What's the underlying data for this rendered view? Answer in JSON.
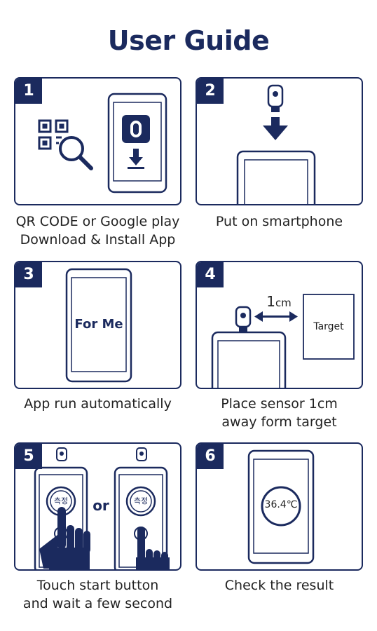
{
  "title": "User Guide",
  "colors": {
    "navy": "#1b2a5e",
    "border": "#1b2a5e",
    "text": "#222222"
  },
  "steps": [
    {
      "number": "1",
      "caption_line1": "QR CODE or Google play",
      "caption_line2": "Download & Install App",
      "icons": [
        "qr-code-icon",
        "magnifier-icon",
        "phone-icon",
        "download-arrow-icon"
      ]
    },
    {
      "number": "2",
      "caption_line1": "Put on smartphone",
      "icons": [
        "sensor-icon",
        "down-arrow-icon",
        "phone-icon"
      ]
    },
    {
      "number": "3",
      "caption_line1": "App run automatically",
      "screen_text": "For Me",
      "icons": [
        "phone-icon"
      ]
    },
    {
      "number": "4",
      "caption_line1": "Place sensor 1cm",
      "caption_line2": "away form target",
      "distance_value": "1",
      "distance_unit": "cm",
      "target_label": "Target",
      "icons": [
        "phone-icon",
        "sensor-icon",
        "double-arrow-icon"
      ]
    },
    {
      "number": "5",
      "caption_line1": "Touch start button",
      "caption_line2": "and wait a few second",
      "button_label": "측정",
      "or_label": "or",
      "icons": [
        "phone-icon",
        "hand-icon"
      ]
    },
    {
      "number": "6",
      "caption_line1": "Check the result",
      "result_text": "36.4℃",
      "icons": [
        "phone-icon"
      ]
    }
  ]
}
